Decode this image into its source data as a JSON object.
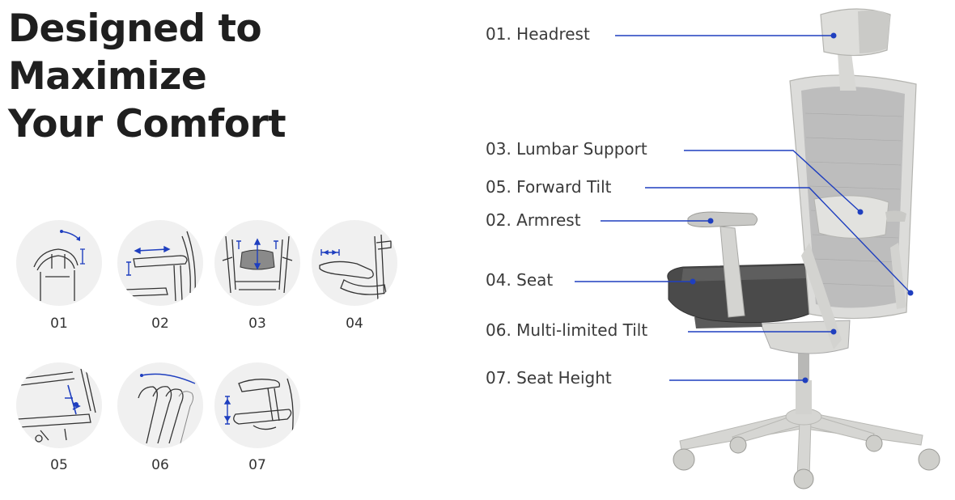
{
  "headline": {
    "line1": "Designed to",
    "line2": "Maximize",
    "line3": "Your Comfort"
  },
  "features": [
    {
      "number": "01",
      "icon": "headrest-adjust-icon"
    },
    {
      "number": "02",
      "icon": "armrest-adjust-icon"
    },
    {
      "number": "03",
      "icon": "lumbar-adjust-icon"
    },
    {
      "number": "04",
      "icon": "armrest-rotate-icon"
    },
    {
      "number": "05",
      "icon": "forward-tilt-icon"
    },
    {
      "number": "06",
      "icon": "multi-tilt-icon"
    },
    {
      "number": "07",
      "icon": "seat-height-icon"
    }
  ],
  "callouts": [
    {
      "text": "01. Headrest"
    },
    {
      "text": "03. Lumbar Support"
    },
    {
      "text": "05. Forward Tilt"
    },
    {
      "text": "02. Armrest"
    },
    {
      "text": "04. Seat"
    },
    {
      "text": "06. Multi-limited Tilt"
    },
    {
      "text": "07. Seat Height"
    }
  ],
  "colors": {
    "leader_line": "#1f3fbf",
    "chair_frame": "#dcdcda",
    "chair_mesh": "#b9b9b9",
    "seat": "#4a4a4a",
    "thumb_bg": "#f0f0f0"
  }
}
